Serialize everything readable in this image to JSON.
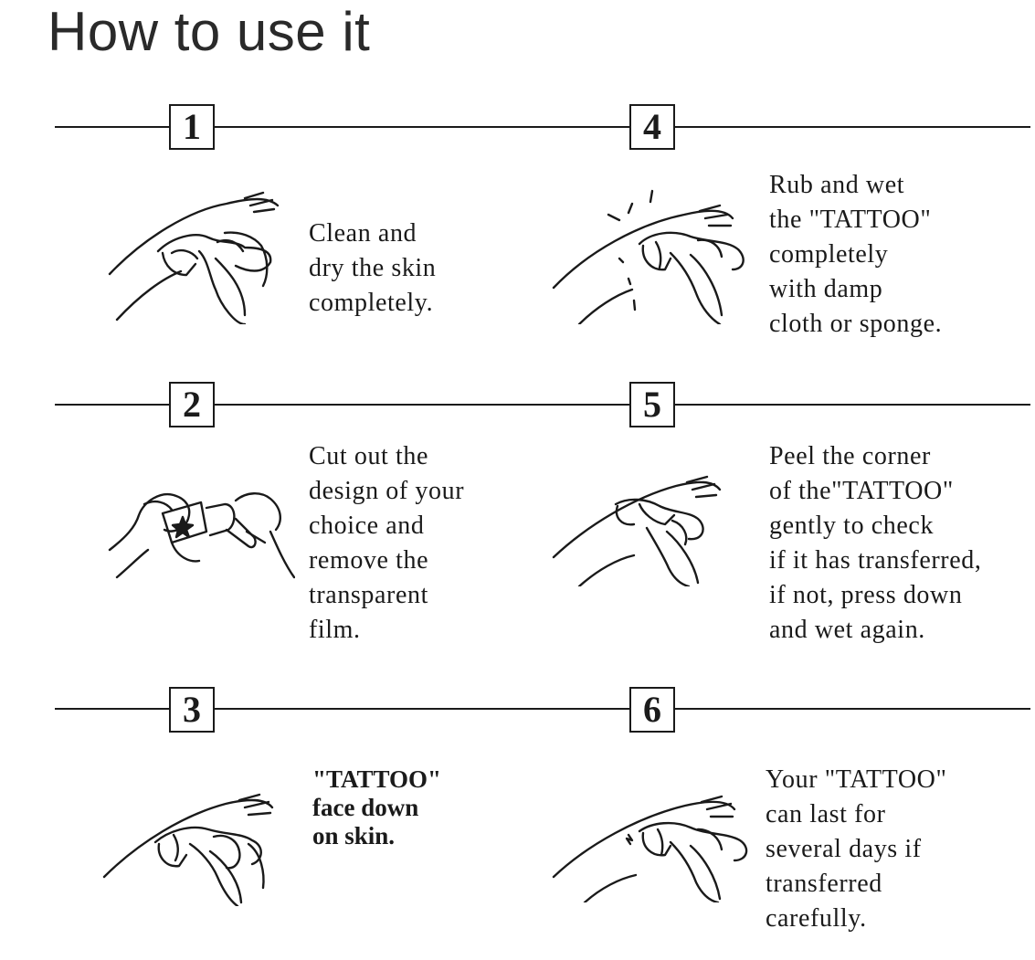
{
  "page": {
    "title": "How to use it"
  },
  "steps": [
    {
      "number": "1",
      "text": "Clean and\ndry the skin\ncompletely.",
      "icon": "hands-wiping-forearm-icon"
    },
    {
      "number": "2",
      "text": "Cut out the\ndesign of your\nchoice and\nremove the\ntransparent\nfilm.",
      "icon": "hands-peeling-film-icon"
    },
    {
      "number": "3",
      "text": "\"TATTOO\"\nface down\non skin.",
      "icon": "hand-pressing-tattoo-icon"
    },
    {
      "number": "4",
      "text": "Rub and wet\nthe \"TATTOO\"\ncompletely\nwith damp\ncloth or sponge.",
      "icon": "hand-wetting-sponge-icon"
    },
    {
      "number": "5",
      "text": "Peel the corner\nof the\"TATTOO\"\ngently to check\nif it has transferred,\nif not, press down\nand wet again.",
      "icon": "hand-peeling-corner-icon"
    },
    {
      "number": "6",
      "text": "Your \"TATTOO\"\ncan last for\nseveral days if\ntransferred\ncarefully.",
      "icon": "hand-revealing-tattoo-icon"
    }
  ]
}
